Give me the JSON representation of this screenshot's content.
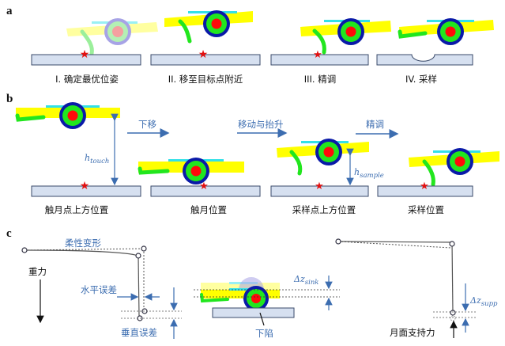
{
  "panels": {
    "a": "a",
    "b": "b",
    "c": "c"
  },
  "row_a": {
    "steps": [
      "I. 确定最优位姿",
      "II. 移至目标点附近",
      "III. 精调",
      "IV. 采样"
    ]
  },
  "row_b": {
    "positions": [
      "触月点上方位置",
      "触月位置",
      "采样点上方位置",
      "采样位置"
    ],
    "arrows": [
      "下移",
      "移动与抬升",
      "精调"
    ],
    "h_touch": {
      "base": "h",
      "sub": "touch"
    },
    "h_sample": {
      "base": "h",
      "sub": "sample"
    }
  },
  "row_c": {
    "flex_deform": "柔性变形",
    "gravity": "重力",
    "horizontal_error": "水平误差",
    "vertical_error": "垂直误差",
    "sink": "下陷",
    "dz_sink": {
      "base": "Δz",
      "sub": "sink"
    },
    "dz_supp": {
      "base": "Δz",
      "sub": "supp"
    },
    "lunar_support": "月面支持力"
  },
  "colors": {
    "arm_yellow": "#ffff00",
    "cyan": "#33e0e8",
    "ring_blue": "#0a1aa8",
    "ring_green": "#22e61e",
    "core_red": "#ff0a0a",
    "ground_fill": "#d6e0f0",
    "ground_stroke": "#3a4a6a",
    "accent_blue": "#3c6db0"
  }
}
